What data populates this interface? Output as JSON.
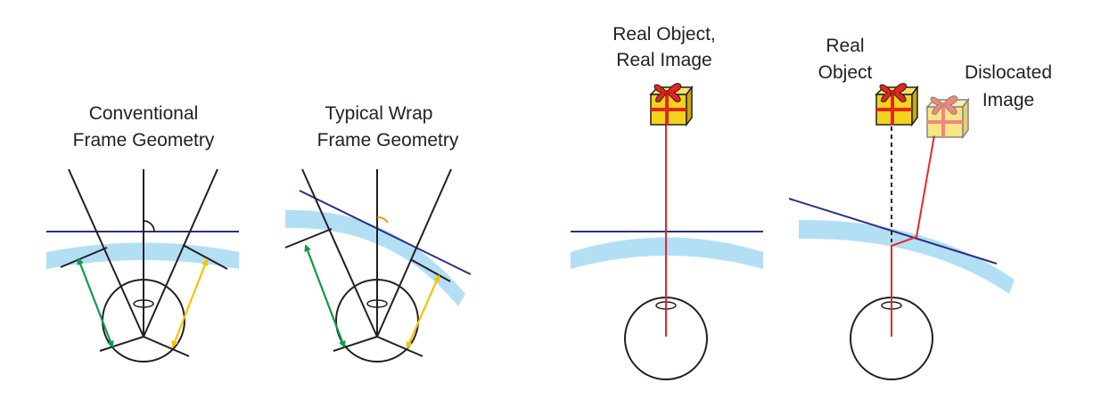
{
  "panels": [
    {
      "name": "conventional",
      "title_line1": "Conventional",
      "title_line2": "Frame Geometry"
    },
    {
      "name": "wrap",
      "title_line1": "Typical Wrap",
      "title_line2": "Frame Geometry"
    },
    {
      "name": "real-image",
      "label_line1": "Real Object,",
      "label_line2": "Real Image"
    },
    {
      "name": "dislocated",
      "real_object_line1": "Real",
      "real_object_line2": "Object",
      "image_line1": "Dislocated",
      "image_line2": "Image"
    }
  ],
  "colors": {
    "lens": "#b3dff5",
    "plane_line": "#2b2f82",
    "ray": "#e8262d",
    "green_arrow": "#0e9b4a",
    "yellow_arrow": "#f5c400",
    "angle_conventional": "#231f20",
    "angle_wrap": "#f39200",
    "ink": "#231f20",
    "gift_box": "#f2d21b",
    "gift_ribbon": "#e3261c"
  }
}
